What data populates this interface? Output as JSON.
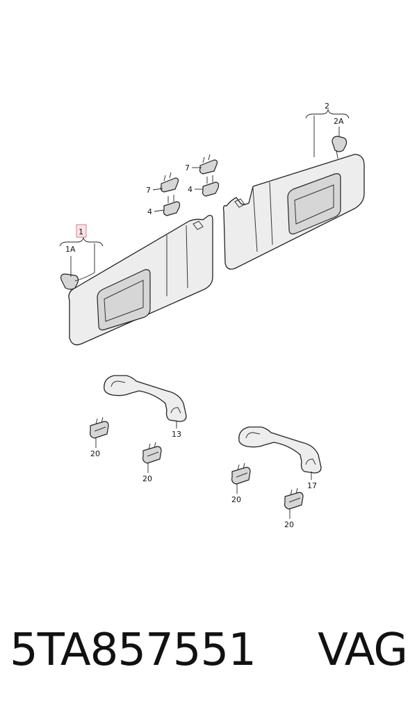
{
  "callouts": {
    "c1": "1",
    "c1a": "1A",
    "c2": "2",
    "c2a": "2A",
    "c7a": "7",
    "c7b": "7",
    "c4a": "4",
    "c4b": "4",
    "c13": "13",
    "c17": "17",
    "c20a": "20",
    "c20b": "20",
    "c20c": "20",
    "c20d": "20"
  },
  "footer": {
    "part_number": "5TA857551",
    "brand": "VAG"
  },
  "colors": {
    "highlight_box": "#e07a8a"
  }
}
